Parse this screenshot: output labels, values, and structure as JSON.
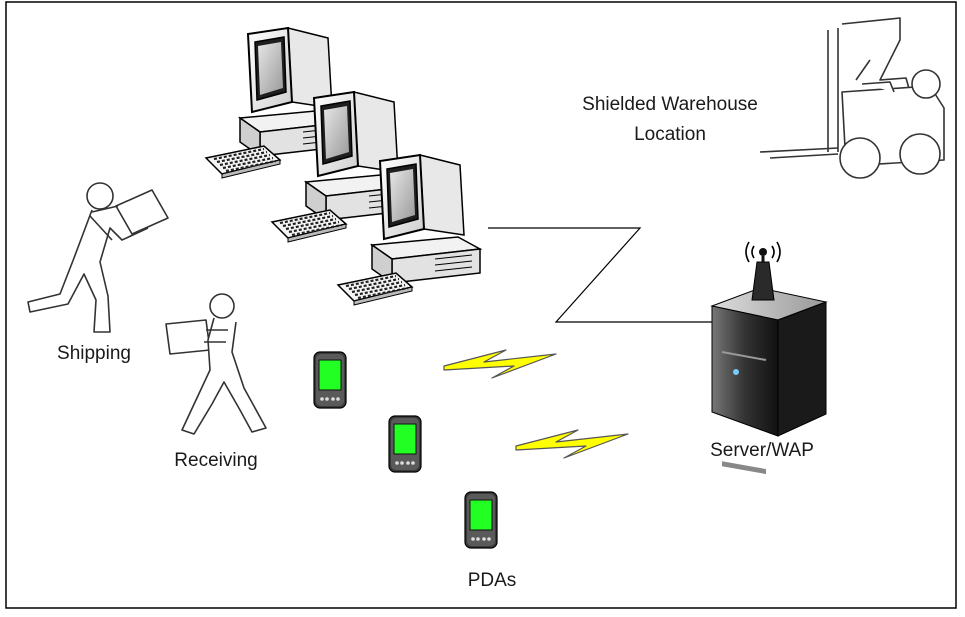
{
  "labels": {
    "warehouse_line1": "Shielded Warehouse",
    "warehouse_line2": "Location",
    "shipping": "Shipping",
    "receiving": "Receiving",
    "server": "Server/WAP",
    "pdas": "PDAs"
  },
  "colors": {
    "frame": "#000000",
    "pda_screen": "#22ff22",
    "lightning": "#ffff00",
    "server_body": "#444444",
    "monitor_dark": "#222222"
  },
  "icons": [
    "computer-icon",
    "keyboard-icon",
    "forklift-icon",
    "person-carrying-box-icon",
    "pda-icon",
    "lightning-icon",
    "server-icon",
    "antenna-icon"
  ]
}
